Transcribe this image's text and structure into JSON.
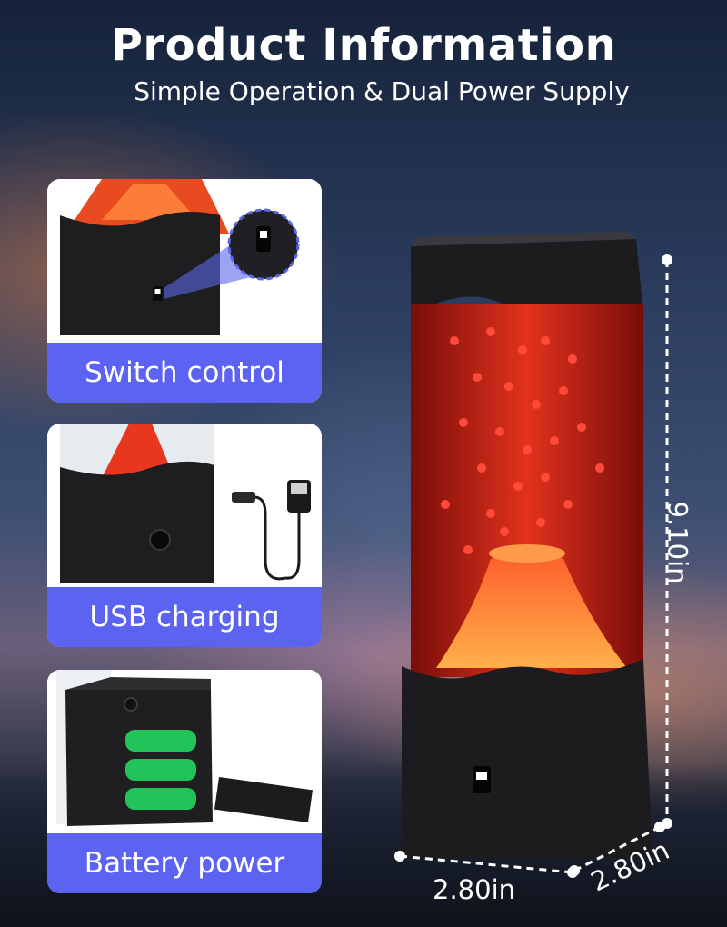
{
  "header": {
    "title": "Product Information",
    "subtitle": "Simple Operation & Dual Power Supply"
  },
  "features": [
    {
      "label": "Switch control",
      "icon": "rocker-switch-icon"
    },
    {
      "label": "USB charging",
      "icon": "usb-cable-icon"
    },
    {
      "label": "Battery power",
      "icon": "battery-compartment-icon"
    }
  ],
  "dimensions": {
    "height": "9.10in",
    "width": "2.80in",
    "depth": "2.80in"
  },
  "colors": {
    "accent": "#5c63f0",
    "lava_glow": "#e2321d",
    "lamp_body": "#1c1c1e"
  }
}
